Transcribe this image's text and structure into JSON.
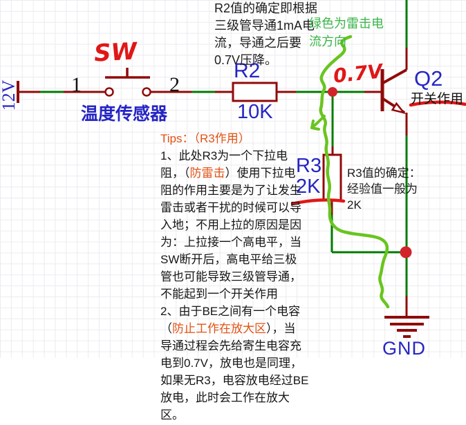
{
  "colors": {
    "component_red": "#8f0b0a",
    "wire_green": "#007b00",
    "label_blue": "#2525c4",
    "pen_red": "#e01717",
    "pen_green": "#68c51f",
    "junction_red": "#d2232a",
    "accent_orange": "#e25112",
    "note_green": "#3cb54a"
  },
  "schematic": {
    "power": "12V",
    "node1": "1",
    "node2": "2",
    "sensor": "温度传感器",
    "r2_ref": "R2",
    "r2_value": "10K",
    "r3_ref": "R3",
    "r3_value": "2K",
    "q2_ref": "Q2",
    "q2_role": "开关作用",
    "ground": "GND"
  },
  "handwriting": {
    "switch_mark": "SW",
    "voltage_mark": "0.7V"
  },
  "notes": {
    "r2": {
      "lines": [
        "R2值的确定即根据",
        "三级管导通1mA电",
        "流，导通之后要",
        "0.7V压降。"
      ]
    },
    "green": {
      "lines": [
        "绿色为雷击电",
        "流方向"
      ]
    },
    "r3": {
      "lines": [
        "R3值的确定：",
        "经验值一般为",
        "2K"
      ]
    }
  },
  "tips": {
    "lines": [
      [
        {
          "t": "Tips：（R3作用）",
          "c": "accent"
        }
      ],
      [
        {
          "t": "1、此处R3为一个下拉电"
        }
      ],
      [
        {
          "t": "阻，（"
        },
        {
          "t": "防雷击",
          "c": "accent"
        },
        {
          "t": "）使用下拉电"
        }
      ],
      [
        {
          "t": "阻的作用主要是为了让发生"
        }
      ],
      [
        {
          "t": "雷击或者干扰的时候可以导"
        }
      ],
      [
        {
          "t": "入地；不用上拉的原因是因"
        }
      ],
      [
        {
          "t": "为：上拉接一个高电平，当"
        }
      ],
      [
        {
          "t": "SW断开后，高电平给三极"
        }
      ],
      [
        {
          "t": "管也可能导致三级管导通，"
        }
      ],
      [
        {
          "t": "不能起到一个开关作用"
        }
      ],
      [
        {
          "t": "2、由于BE之间有一个电容"
        }
      ],
      [
        {
          "t": "（"
        },
        {
          "t": "防止工作在放大区",
          "c": "accent"
        },
        {
          "t": "），当"
        }
      ],
      [
        {
          "t": "导通过程会先给寄生电容充"
        }
      ],
      [
        {
          "t": "电到0.7V，放电也是同理，"
        }
      ],
      [
        {
          "t": "如果无R3，电容放电经过BE"
        }
      ],
      [
        {
          "t": "放电，此时会工作在放大"
        }
      ],
      [
        {
          "t": "区。"
        }
      ]
    ]
  }
}
